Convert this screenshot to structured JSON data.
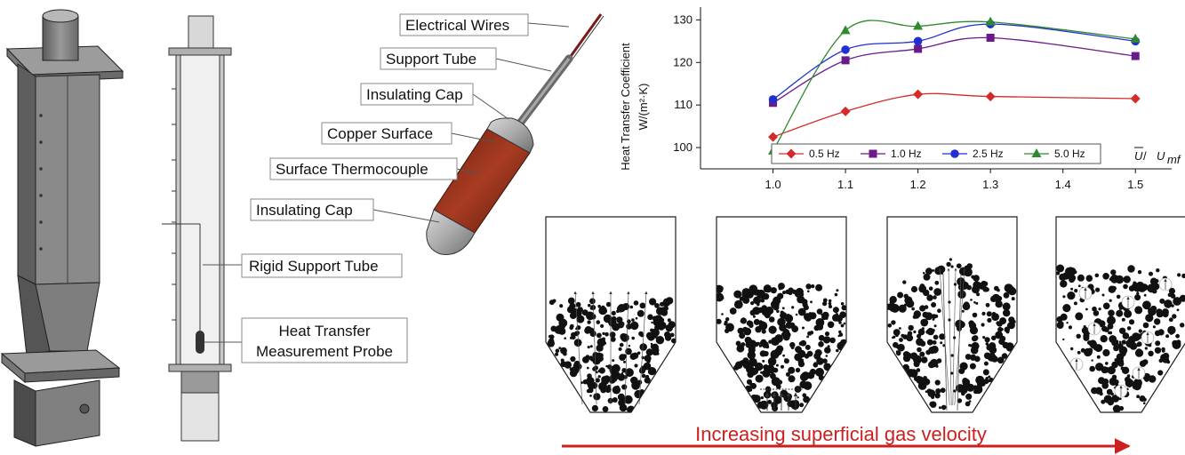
{
  "labels": {
    "electrical_wires": "Electrical Wires",
    "support_tube": "Support Tube",
    "insulating_cap_top": "Insulating Cap",
    "copper_surface": "Copper Surface",
    "surface_thermocouple": "Surface Thermocouple",
    "insulating_cap_bottom": "Insulating Cap",
    "rigid_support_tube": "Rigid Support Tube",
    "heat_transfer_probe_line1": "Heat Transfer",
    "heat_transfer_probe_line2": "Measurement Probe"
  },
  "caption": "Increasing superficial gas velocity",
  "colors": {
    "accent_red": "#cc1f1f",
    "copper": "#8b2c1a",
    "steel": "#8a8a8a"
  },
  "chart_data": {
    "type": "line",
    "ylabel_line1": "Heat Transfer Coefficient",
    "ylabel_line2": "W/(m²·K)",
    "xlabel_main": "U",
    "xlabel_sep": " / ",
    "xlabel_sub_base": "U",
    "xlabel_sub": "mf",
    "x": [
      1.0,
      1.1,
      1.2,
      1.3,
      1.5
    ],
    "xticks": [
      "1.0",
      "1.1",
      "1.2",
      "1.3",
      "1.4",
      "1.5"
    ],
    "xtick_values": [
      1.0,
      1.1,
      1.2,
      1.3,
      1.4,
      1.5
    ],
    "yticks": [
      "100",
      "110",
      "120",
      "130"
    ],
    "ytick_values": [
      100,
      110,
      120,
      130
    ],
    "xlim": [
      0.9,
      1.55
    ],
    "ylim": [
      95,
      133
    ],
    "grid": false,
    "legend_position": "bottom",
    "series": [
      {
        "name": "0.5 Hz",
        "values": [
          102.5,
          108.5,
          112.5,
          112.0,
          111.5
        ],
        "color": "#d42a2a",
        "marker": "diamond"
      },
      {
        "name": "1.0 Hz",
        "values": [
          110.5,
          120.5,
          123.2,
          125.8,
          121.5
        ],
        "color": "#6a1a8a",
        "marker": "square"
      },
      {
        "name": "2.5 Hz",
        "values": [
          111.3,
          123.0,
          125.0,
          129.0,
          125.0
        ],
        "color": "#2030d0",
        "marker": "circle"
      },
      {
        "name": "5.0 Hz",
        "values": [
          99.2,
          127.5,
          128.5,
          129.5,
          125.5
        ],
        "color": "#2f8a2f",
        "marker": "triangle"
      }
    ]
  }
}
